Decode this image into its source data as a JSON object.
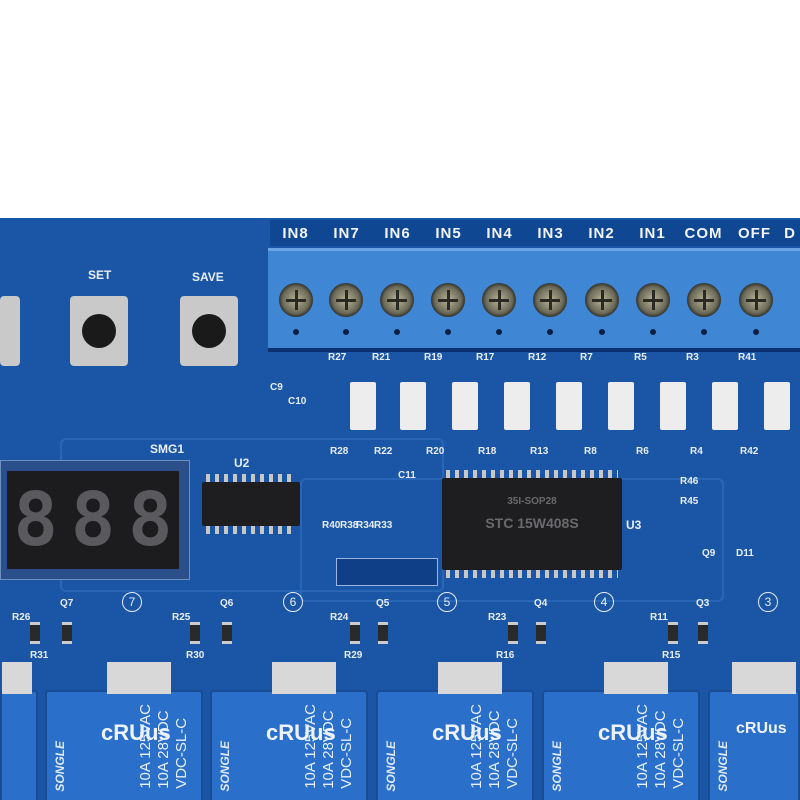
{
  "terminal_labels": [
    "IN8",
    "IN7",
    "IN6",
    "IN5",
    "IN4",
    "IN3",
    "IN2",
    "IN1",
    "COM",
    "OFF",
    "D"
  ],
  "buttons": [
    {
      "label": "SET"
    },
    {
      "label": "SAVE"
    }
  ],
  "display": {
    "ref": "SMG1",
    "digits": [
      "8",
      "8",
      "8"
    ]
  },
  "chips": {
    "u2": "U2",
    "u3": "U3",
    "u3_text": "STC 15W408S",
    "u3_sub": "35I-SOP28"
  },
  "silkscreen": [
    "R27",
    "R21",
    "R19",
    "R17",
    "R12",
    "R7",
    "R5",
    "R3",
    "R41",
    "R28",
    "R22",
    "R20",
    "R18",
    "R13",
    "R8",
    "R6",
    "R4",
    "R42",
    "C9",
    "C10",
    "C11",
    "R40",
    "R38",
    "R34",
    "R33",
    "R46",
    "R45",
    "Q9",
    "D11",
    "Q7",
    "Q6",
    "Q5",
    "Q4",
    "Q3",
    "R26",
    "R25",
    "R24",
    "R23",
    "R11",
    "R31",
    "R30",
    "R29",
    "R16",
    "R15"
  ],
  "channel_numbers": [
    "7",
    "6",
    "5",
    "4",
    "3"
  ],
  "relay": {
    "brand": "SONGLE",
    "cert": "cRUus",
    "spec1": "10A 125VAC",
    "spec2": "10A 28VDC",
    "model": "VDC-SL-C"
  },
  "colors": {
    "board": "#1b55a6",
    "terminal": "#3f86d4",
    "relay": "#2a6fc9"
  }
}
